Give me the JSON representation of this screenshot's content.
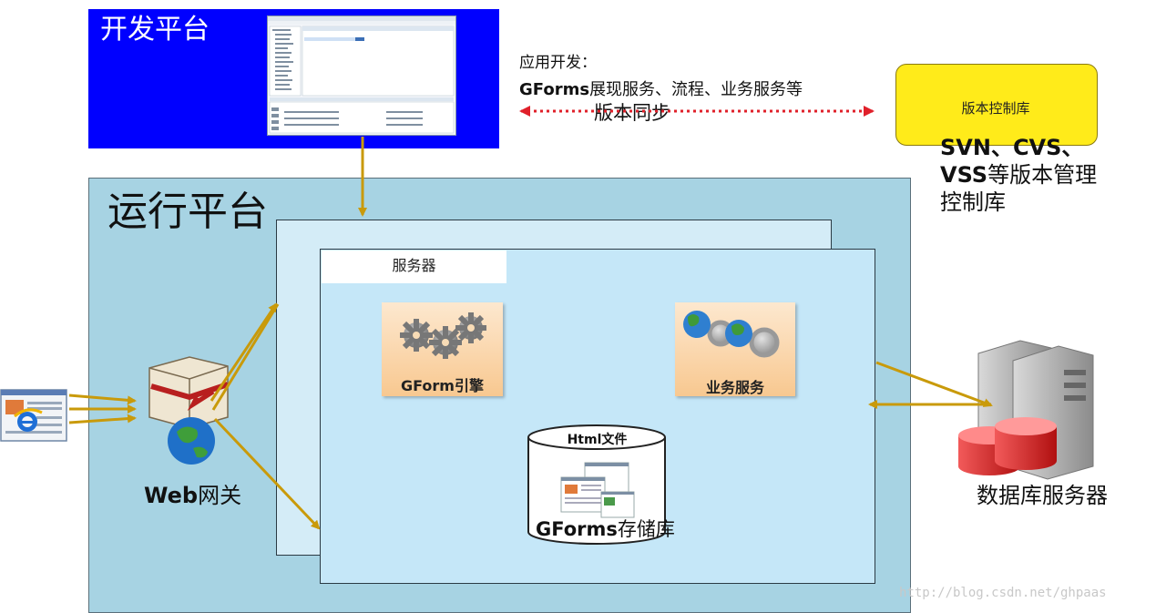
{
  "dev_platform": {
    "title": "开发平台"
  },
  "run_platform": {
    "title": "运行平台"
  },
  "server": {
    "title": "服务器"
  },
  "gform_engine": {
    "label": "GForm引擎"
  },
  "business_service": {
    "label": "业务服务"
  },
  "html_files": {
    "label": "Html文件"
  },
  "repository": {
    "label_bold": "GForms",
    "label_rest": "存储库"
  },
  "web_gateway": {
    "label_bold": "Web",
    "label_rest": "网关"
  },
  "app_dev": {
    "line1": "应用开发：",
    "line2_bold": "GForms",
    "line2_rest": "展现服务、流程、业务服务等"
  },
  "version_sync": {
    "label": "版本同步"
  },
  "version_control": {
    "box_label": "版本控制库",
    "line1_bold": "SVN、CVS、",
    "line2_bold": "VSS",
    "line2_rest": "等版本管理",
    "line3": "控制库"
  },
  "db_server": {
    "label": "数据库服务器"
  },
  "watermark": "http://blog.csdn.net/ghpaas",
  "colors": {
    "dev_bg": "#0000ff",
    "run_bg": "#a7d3e3",
    "server_bg": "#c5e7f8",
    "tile": "#f8c890",
    "vcs_box": "#ffeb1a",
    "arrow": "#c99a0a",
    "sync_arrow": "#e0202a"
  }
}
